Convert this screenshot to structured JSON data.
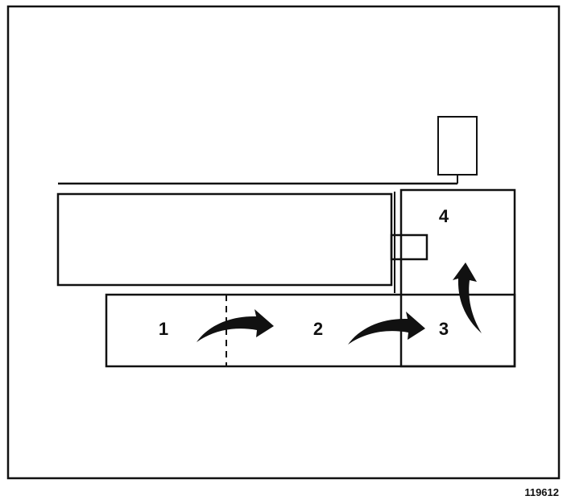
{
  "zones": [
    {
      "id": "1",
      "label": "1"
    },
    {
      "id": "2",
      "label": "2"
    },
    {
      "id": "3",
      "label": "3"
    },
    {
      "id": "4",
      "label": "4"
    }
  ],
  "reference_number": "119612"
}
